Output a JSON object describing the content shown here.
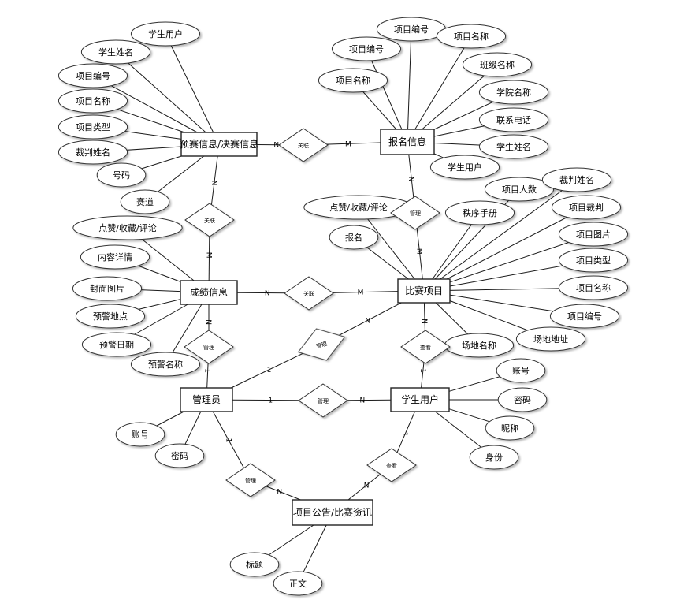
{
  "entities": [
    {
      "id": "yusai",
      "label": "预赛信息/决赛信息"
    },
    {
      "id": "baoming",
      "label": "报名信息"
    },
    {
      "id": "chengji",
      "label": "成绩信息"
    },
    {
      "id": "bisai",
      "label": "比赛项目"
    },
    {
      "id": "admin",
      "label": "管理员"
    },
    {
      "id": "student",
      "label": "学生用户"
    },
    {
      "id": "gonggao",
      "label": "项目公告/比赛资讯"
    }
  ],
  "relationships": [
    {
      "id": "r1",
      "label": "关联",
      "from": "yusai",
      "to": "baoming",
      "card_from": "N",
      "card_to": "M"
    },
    {
      "id": "r2",
      "label": "关联",
      "from": "yusai",
      "to": "chengji",
      "card_from": "N",
      "card_to": "M"
    },
    {
      "id": "r3",
      "label": "管理",
      "from": "baoming",
      "to": "bisai",
      "card_from": "N",
      "card_to": "M"
    },
    {
      "id": "r4",
      "label": "关联",
      "from": "chengji",
      "to": "bisai",
      "card_from": "N",
      "card_to": "M"
    },
    {
      "id": "r5",
      "label": "管理",
      "from": "chengji",
      "to": "admin",
      "card_from": "N",
      "card_to": "1"
    },
    {
      "id": "r6",
      "label": "管理",
      "from": "admin",
      "to": "bisai",
      "card_from": "1",
      "card_to": "N"
    },
    {
      "id": "r7",
      "label": "查看",
      "from": "bisai",
      "to": "student",
      "card_from": "N",
      "card_to": "1"
    },
    {
      "id": "r8",
      "label": "管理",
      "from": "admin",
      "to": "student",
      "card_from": "1",
      "card_to": "N"
    },
    {
      "id": "r9",
      "label": "管理",
      "from": "admin",
      "to": "gonggao",
      "card_from": "1",
      "card_to": "N"
    },
    {
      "id": "r10",
      "label": "查看",
      "from": "student",
      "to": "gonggao",
      "card_from": "1",
      "card_to": "N"
    }
  ],
  "attributes": [
    {
      "entity": "yusai",
      "label": "学生用户"
    },
    {
      "entity": "yusai",
      "label": "学生姓名"
    },
    {
      "entity": "yusai",
      "label": "项目编号"
    },
    {
      "entity": "yusai",
      "label": "项目名称"
    },
    {
      "entity": "yusai",
      "label": "项目类型"
    },
    {
      "entity": "yusai",
      "label": "裁判姓名"
    },
    {
      "entity": "yusai",
      "label": "号码"
    },
    {
      "entity": "yusai",
      "label": "赛道"
    },
    {
      "entity": "baoming",
      "label": "项目名称"
    },
    {
      "entity": "baoming",
      "label": "项目编号"
    },
    {
      "entity": "baoming",
      "label": "项目编号"
    },
    {
      "entity": "baoming",
      "label": "项目名称"
    },
    {
      "entity": "baoming",
      "label": "班级名称"
    },
    {
      "entity": "baoming",
      "label": "学院名称"
    },
    {
      "entity": "baoming",
      "label": "联系电话"
    },
    {
      "entity": "baoming",
      "label": "学生姓名"
    },
    {
      "entity": "baoming",
      "label": "学生用户"
    },
    {
      "entity": "chengji",
      "label": "点赞/收藏/评论"
    },
    {
      "entity": "chengji",
      "label": "内容详情"
    },
    {
      "entity": "chengji",
      "label": "封面图片"
    },
    {
      "entity": "chengji",
      "label": "预警地点"
    },
    {
      "entity": "chengji",
      "label": "预警日期"
    },
    {
      "entity": "chengji",
      "label": "预警名称"
    },
    {
      "entity": "bisai",
      "label": "点赞/收藏/评论"
    },
    {
      "entity": "bisai",
      "label": "报名"
    },
    {
      "entity": "bisai",
      "label": "秩序手册"
    },
    {
      "entity": "bisai",
      "label": "项目人数"
    },
    {
      "entity": "bisai",
      "label": "裁判姓名"
    },
    {
      "entity": "bisai",
      "label": "项目裁判"
    },
    {
      "entity": "bisai",
      "label": "项目图片"
    },
    {
      "entity": "bisai",
      "label": "项目类型"
    },
    {
      "entity": "bisai",
      "label": "项目名称"
    },
    {
      "entity": "bisai",
      "label": "项目编号"
    },
    {
      "entity": "bisai",
      "label": "场地地址"
    },
    {
      "entity": "bisai",
      "label": "场地名称"
    },
    {
      "entity": "student",
      "label": "账号"
    },
    {
      "entity": "student",
      "label": "密码"
    },
    {
      "entity": "student",
      "label": "昵称"
    },
    {
      "entity": "student",
      "label": "身份"
    },
    {
      "entity": "admin",
      "label": "账号"
    },
    {
      "entity": "admin",
      "label": "密码"
    },
    {
      "entity": "gonggao",
      "label": "标题"
    },
    {
      "entity": "gonggao",
      "label": "正文"
    }
  ]
}
